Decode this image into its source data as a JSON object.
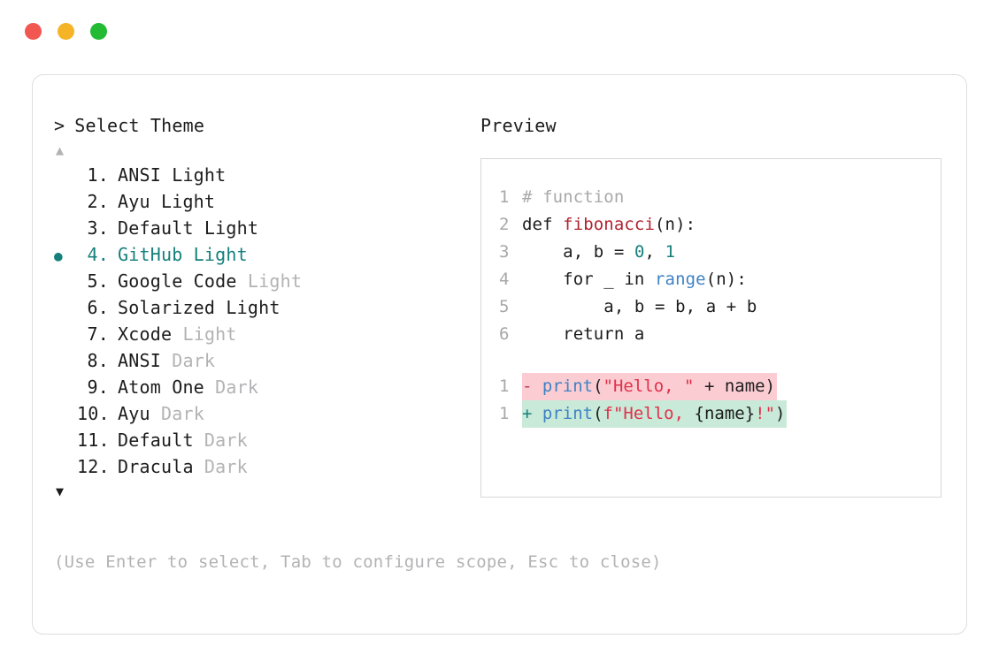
{
  "window": {
    "controls": [
      {
        "name": "close",
        "color": "#f25650"
      },
      {
        "name": "minimize",
        "color": "#f5b426"
      },
      {
        "name": "maximize",
        "color": "#22bb33"
      }
    ]
  },
  "selector": {
    "prompt_caret": ">",
    "prompt_label": "Select Theme",
    "scroll_up_glyph": "▲",
    "scroll_down_glyph": "▼",
    "bullet_glyph": "●",
    "selected_index": 4,
    "accent_color": "#15807c",
    "items": [
      {
        "index": "1.",
        "name": "ANSI Light",
        "mode": "",
        "selected": false
      },
      {
        "index": "2.",
        "name": "Ayu Light",
        "mode": "",
        "selected": false
      },
      {
        "index": "3.",
        "name": "Default Light",
        "mode": "",
        "selected": false
      },
      {
        "index": "4.",
        "name": "GitHub Light",
        "mode": "",
        "selected": true
      },
      {
        "index": "5.",
        "name": "Google Code",
        "mode": " Light",
        "selected": false
      },
      {
        "index": "6.",
        "name": "Solarized Light",
        "mode": "",
        "selected": false
      },
      {
        "index": "7.",
        "name": "Xcode",
        "mode": " Light",
        "selected": false
      },
      {
        "index": "8.",
        "name": "ANSI",
        "mode": " Dark",
        "selected": false
      },
      {
        "index": "9.",
        "name": "Atom One",
        "mode": " Dark",
        "selected": false
      },
      {
        "index": "10.",
        "name": "Ayu",
        "mode": " Dark",
        "selected": false
      },
      {
        "index": "11.",
        "name": "Default",
        "mode": " Dark",
        "selected": false
      },
      {
        "index": "12.",
        "name": "Dracula",
        "mode": " Dark",
        "selected": false
      }
    ],
    "hint": "(Use Enter to select, Tab to configure scope, Esc to close)"
  },
  "preview": {
    "title": "Preview",
    "code_lines": [
      {
        "num": "1",
        "tokens": [
          {
            "t": "# function",
            "c": "tok-comment"
          }
        ]
      },
      {
        "num": "2",
        "tokens": [
          {
            "t": "def ",
            "c": "tok-kw"
          },
          {
            "t": "fibonacci",
            "c": "tok-fn"
          },
          {
            "t": "(n):",
            "c": "tok-plain"
          }
        ]
      },
      {
        "num": "3",
        "tokens": [
          {
            "t": "    a, b = ",
            "c": "tok-plain"
          },
          {
            "t": "0",
            "c": "tok-num"
          },
          {
            "t": ", ",
            "c": "tok-plain"
          },
          {
            "t": "1",
            "c": "tok-num"
          }
        ]
      },
      {
        "num": "4",
        "tokens": [
          {
            "t": "    for _ in ",
            "c": "tok-plain"
          },
          {
            "t": "range",
            "c": "tok-builtin"
          },
          {
            "t": "(n):",
            "c": "tok-plain"
          }
        ]
      },
      {
        "num": "5",
        "tokens": [
          {
            "t": "        a, b = b, a + b",
            "c": "tok-plain"
          }
        ]
      },
      {
        "num": "6",
        "tokens": [
          {
            "t": "    return a",
            "c": "tok-plain"
          }
        ]
      }
    ],
    "diff_lines": [
      {
        "num": "1",
        "kind": "del",
        "marker": "-",
        "tokens": [
          {
            "t": "print",
            "c": "tok-builtin"
          },
          {
            "t": "(",
            "c": "tok-plain"
          },
          {
            "t": "\"Hello, \"",
            "c": "tok-str"
          },
          {
            "t": " + name)",
            "c": "tok-plain"
          }
        ]
      },
      {
        "num": "1",
        "kind": "add",
        "marker": "+",
        "tokens": [
          {
            "t": "print",
            "c": "tok-builtin"
          },
          {
            "t": "(",
            "c": "tok-plain"
          },
          {
            "t": "f\"Hello, ",
            "c": "tok-str"
          },
          {
            "t": "{name}",
            "c": "tok-plain"
          },
          {
            "t": "!\"",
            "c": "tok-str"
          },
          {
            "t": ")",
            "c": "tok-plain"
          }
        ]
      }
    ],
    "colors": {
      "diff_removed_bg": "#fbcdd2",
      "diff_added_bg": "#c9ead8",
      "comment": "#a9a9ab",
      "function": "#b02330",
      "number": "#16807d",
      "builtin": "#3f82c4",
      "string": "#e0304a"
    }
  }
}
